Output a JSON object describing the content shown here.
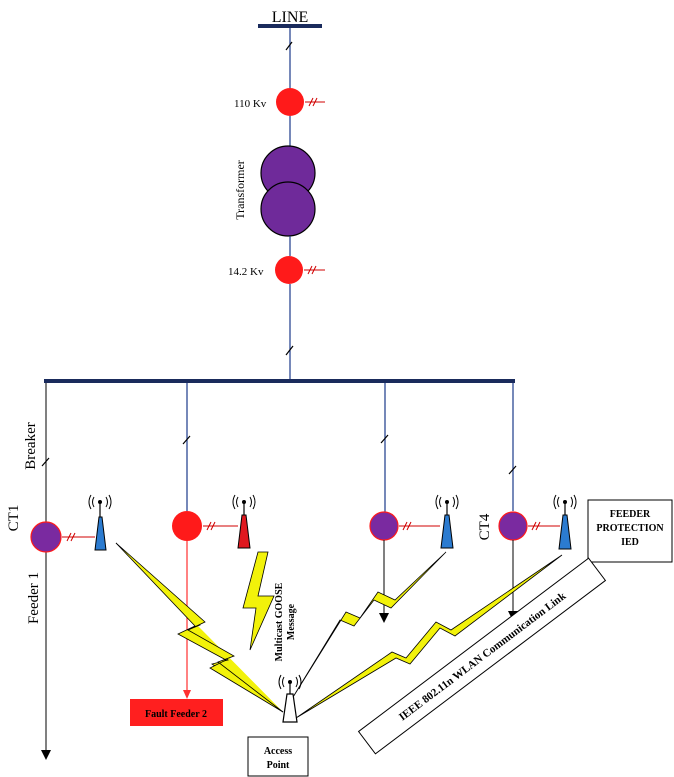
{
  "labels": {
    "line": "LINE",
    "voltage_high": "110 Kv",
    "voltage_low": "14.2 Kv",
    "transformer": "Transformer",
    "breaker": "Breaker",
    "ct1": "CT1",
    "ct4": "CT4",
    "feeder1": "Feeder 1",
    "fault_feeder": "Fault Feeder 2",
    "goose_line1": "Multicast GOOSE",
    "goose_line2": "Message",
    "wlan_link": "IEEE 802.11n WLAN Communication Link",
    "ied_line1": "FEEDER",
    "ied_line2": "PROTECTION",
    "ied_line3": "IED",
    "access_point_line1": "Access",
    "access_point_line2": "Point"
  },
  "colors": {
    "ct_red": "#ff1a1a",
    "ct_purple": "#7a2aa0",
    "antenna_blue": "#2b7bd0",
    "antenna_red": "#e0181f",
    "zigzag_yellow": "#f2f20a",
    "bus": "#1a2b5c",
    "fault_box": "#ff1f1f",
    "fault_wire": "#ff3030",
    "wire": "#1a3a8a"
  }
}
